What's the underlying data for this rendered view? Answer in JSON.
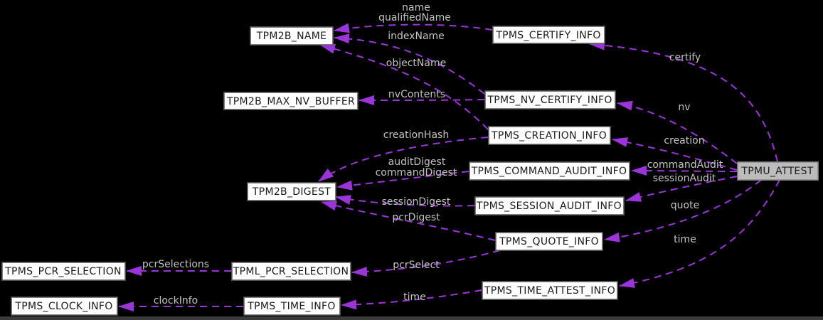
{
  "colors": {
    "background": "#000000",
    "edge": "#9c35d9",
    "edge_label": "#c2c2c2",
    "node_fill": "#ffffff",
    "node_border": "#5e5e5e",
    "node_text": "#1b1b1b",
    "highlight_node_fill": "#bcbcbc",
    "footer_bar": "#3a3a3a"
  },
  "nodes": {
    "tpm2b_name": "TPM2B_NAME",
    "tpms_certify_info": "TPMS_CERTIFY_INFO",
    "tpm2b_max_nv_buffer": "TPM2B_MAX_NV_BUFFER",
    "tpms_nv_certify_info": "TPMS_NV_CERTIFY_INFO",
    "tpms_creation_info": "TPMS_CREATION_INFO",
    "tpms_command_audit_info": "TPMS_COMMAND_AUDIT_INFO",
    "tpm2b_digest": "TPM2B_DIGEST",
    "tpms_session_audit_info": "TPMS_SESSION_AUDIT_INFO",
    "tpms_quote_info": "TPMS_QUOTE_INFO",
    "tpms_pcr_selection": "TPMS_PCR_SELECTION",
    "tpml_pcr_selection": "TPML_PCR_SELECTION",
    "tpms_clock_info": "TPMS_CLOCK_INFO",
    "tpms_time_info": "TPMS_TIME_INFO",
    "tpms_time_attest_info": "TPMS_TIME_ATTEST_INFO",
    "tpmu_attest": "TPMU_ATTEST"
  },
  "edge_labels": {
    "name": "name",
    "qualified_name": "qualifiedName",
    "index_name": "indexName",
    "object_name": "objectName",
    "nv_contents": "nvContents",
    "creation_hash": "creationHash",
    "audit_digest": "auditDigest",
    "command_digest": "commandDigest",
    "session_digest": "sessionDigest",
    "pcr_digest": "pcrDigest",
    "pcr_select": "pcrSelect",
    "pcr_selections": "pcrSelections",
    "clock_info": "clockInfo",
    "time_member": "time",
    "certify": "certify",
    "nv": "nv",
    "creation": "creation",
    "command_audit": "commandAudit",
    "session_audit": "sessionAudit",
    "quote": "quote",
    "time_union": "time"
  }
}
